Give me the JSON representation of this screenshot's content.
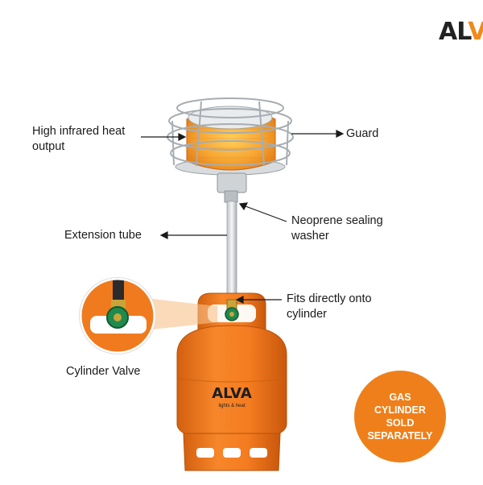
{
  "brand": {
    "logo_text": "ALV",
    "accent": "#ef7f1a"
  },
  "labels": {
    "infrared": "High infrared heat\noutput",
    "guard": "Guard",
    "washer": "Neoprene sealing\nwasher",
    "extension": "Extension tube",
    "fits": "Fits directly onto\ncylinder",
    "valve": "Cylinder Valve"
  },
  "cylinder_brand": "ALVA",
  "cylinder_tagline": "lights & heat",
  "badge": "GAS\nCYLINDER\nSOLD\nSEPARATELY"
}
